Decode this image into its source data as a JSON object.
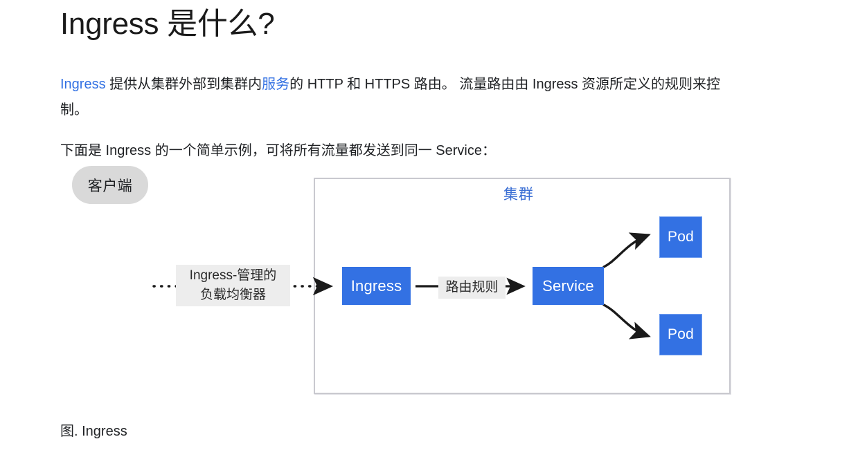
{
  "page": {
    "title": "Ingress 是什么?",
    "caption": "图. Ingress"
  },
  "paragraphs": {
    "p1": {
      "link_ingress": "Ingress",
      "text_a": " 提供从集群外部到集群内",
      "link_service": "服务",
      "text_b": "的 HTTP 和 HTTPS 路由。 流量路由由 Ingress 资源所定义的规则来控制。"
    },
    "p2": "下面是 Ingress 的一个简单示例，可将所有流量都发送到同一 Service："
  },
  "figure": {
    "cluster_label": "集群",
    "client": "客户端",
    "loadbalancer_label": "Ingress-管理的\n负载均衡器",
    "ingress": "Ingress",
    "routing_rules_label": "路由规则",
    "service": "Service",
    "pod_top": "Pod",
    "pod_bottom": "Pod"
  },
  "colors": {
    "node_blue": "#3371e3",
    "pod_border": "#6f9df0",
    "cluster_border": "#c9c9cf",
    "cluster_label_blue": "#3b6fd4",
    "client_grey": "#d9d9d9",
    "label_highlight": "#ededed",
    "link_blue": "#3371e3",
    "text": "#1f2124",
    "arrow": "#1a1a1a"
  }
}
